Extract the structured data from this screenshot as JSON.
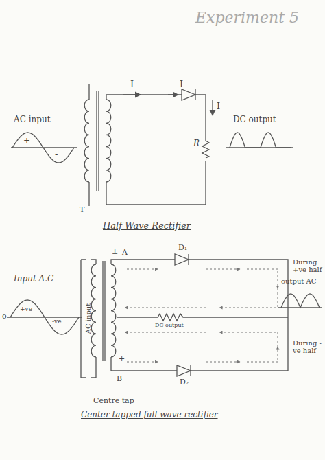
{
  "diagram": {
    "title": "Experiment 5",
    "labels": [
      "I",
      "I",
      "I",
      "AC input",
      "+",
      "-",
      "DC output",
      "R",
      "T",
      "Half Wave Rectifier",
      "Input A.C",
      "o",
      "+ve",
      "-ve",
      "AC input",
      "±",
      "A",
      "D₁",
      "During +ve half",
      "output AC",
      "DC output",
      "+",
      "B",
      "D₂",
      "During -ve half",
      "Centre tap",
      "Center tapped full-wave rectifier"
    ]
  }
}
